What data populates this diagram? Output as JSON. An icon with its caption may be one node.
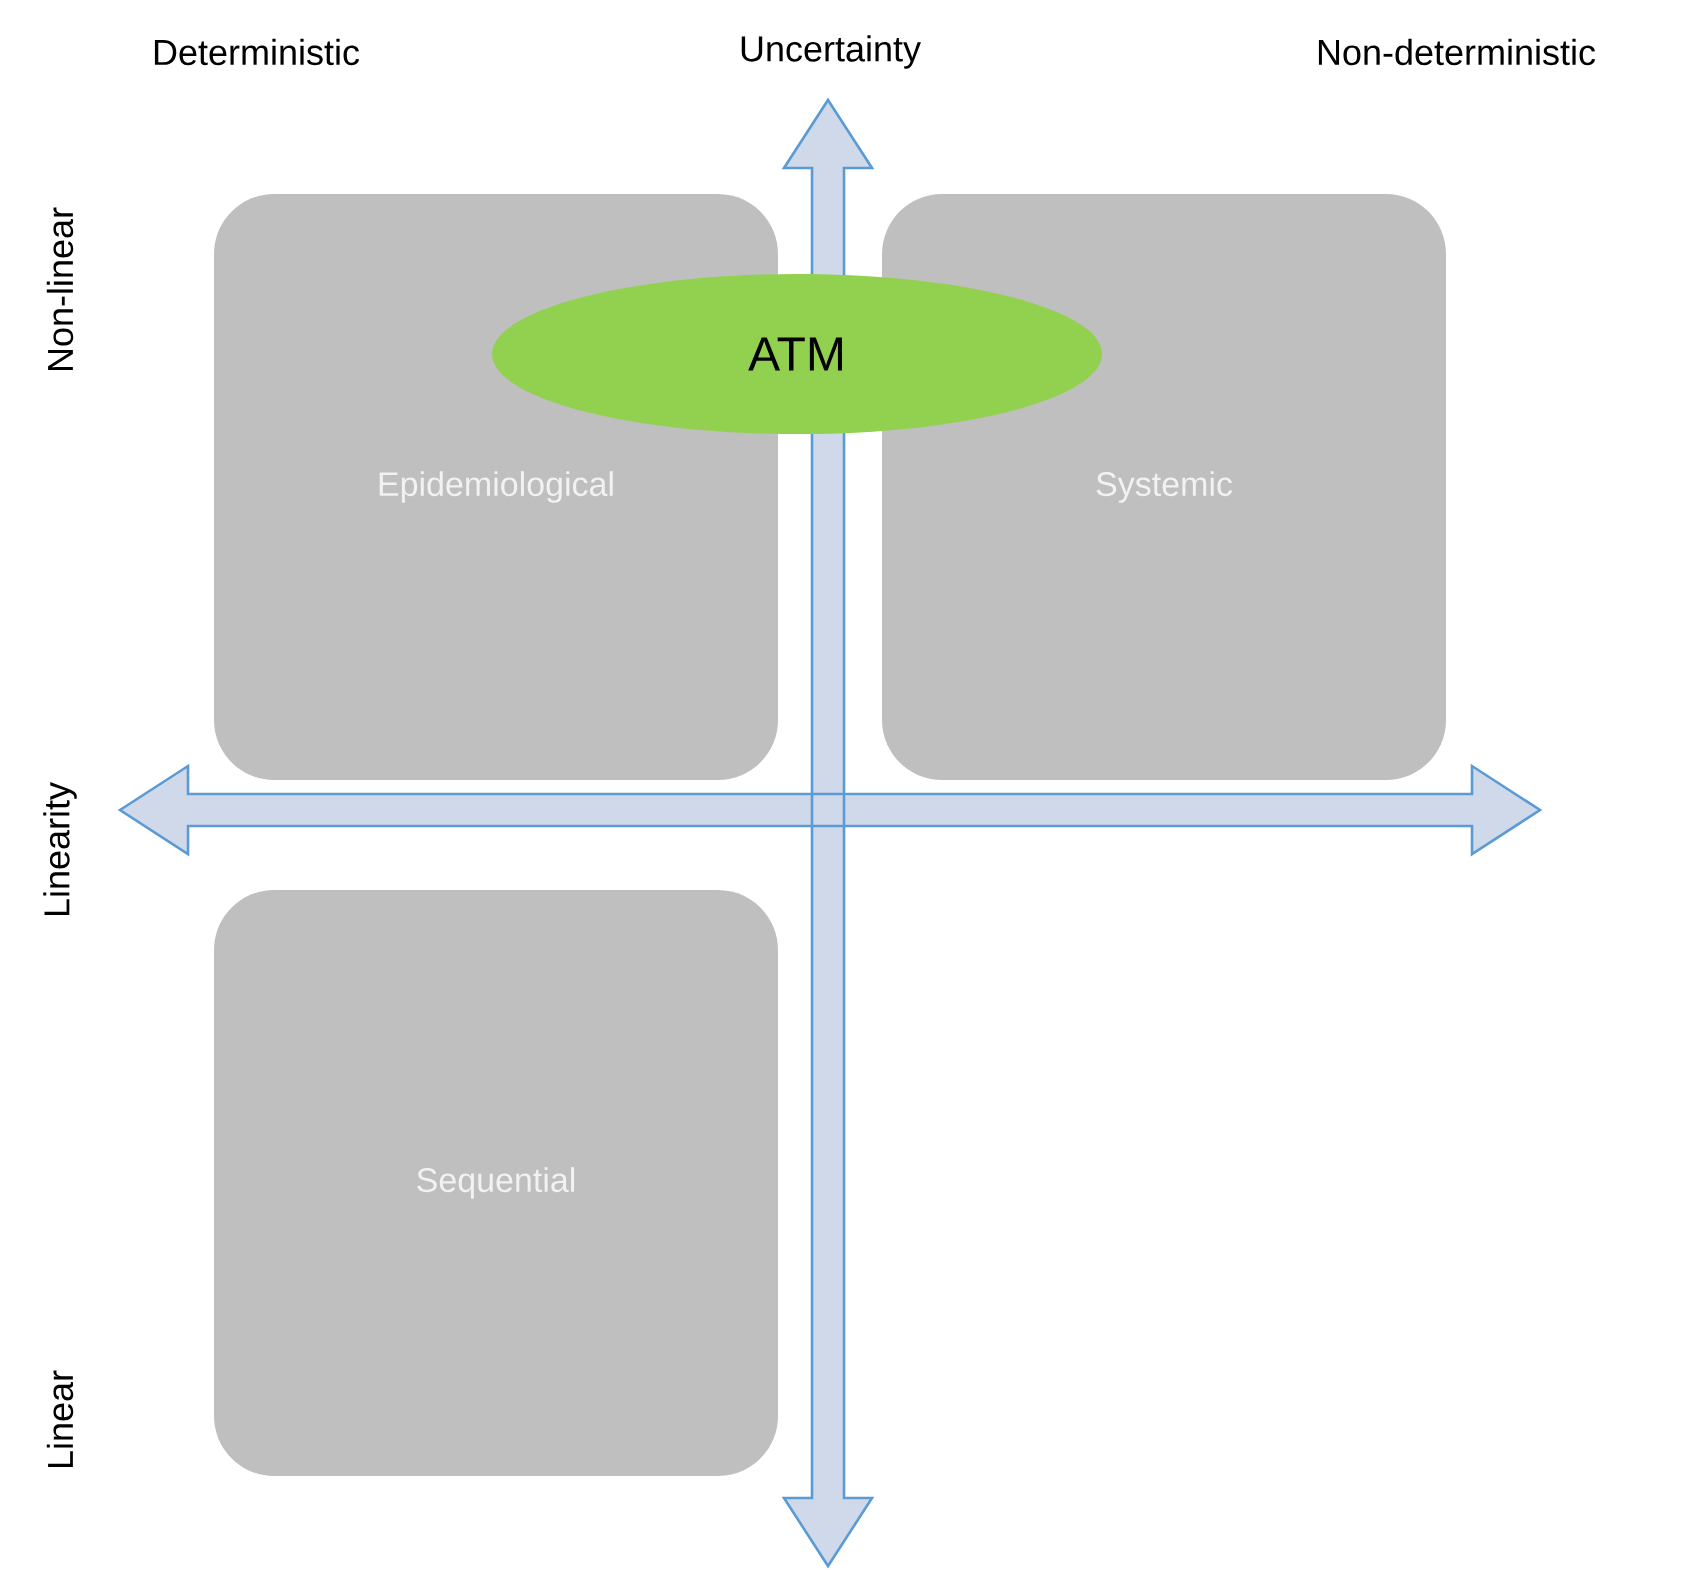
{
  "diagram": {
    "nodes": [
      {
        "text": [
          "Epidemiological"
        ]
      },
      {
        "text": [
          "Systemic"
        ]
      },
      {
        "text": [
          "Sequential"
        ]
      },
      {
        "text": [
          "ATM"
        ]
      }
    ],
    "labels": [
      "Deterministic",
      "Uncertainty",
      "Non-deterministic",
      "Non-linear",
      "Linearity",
      "Linear"
    ]
  }
}
